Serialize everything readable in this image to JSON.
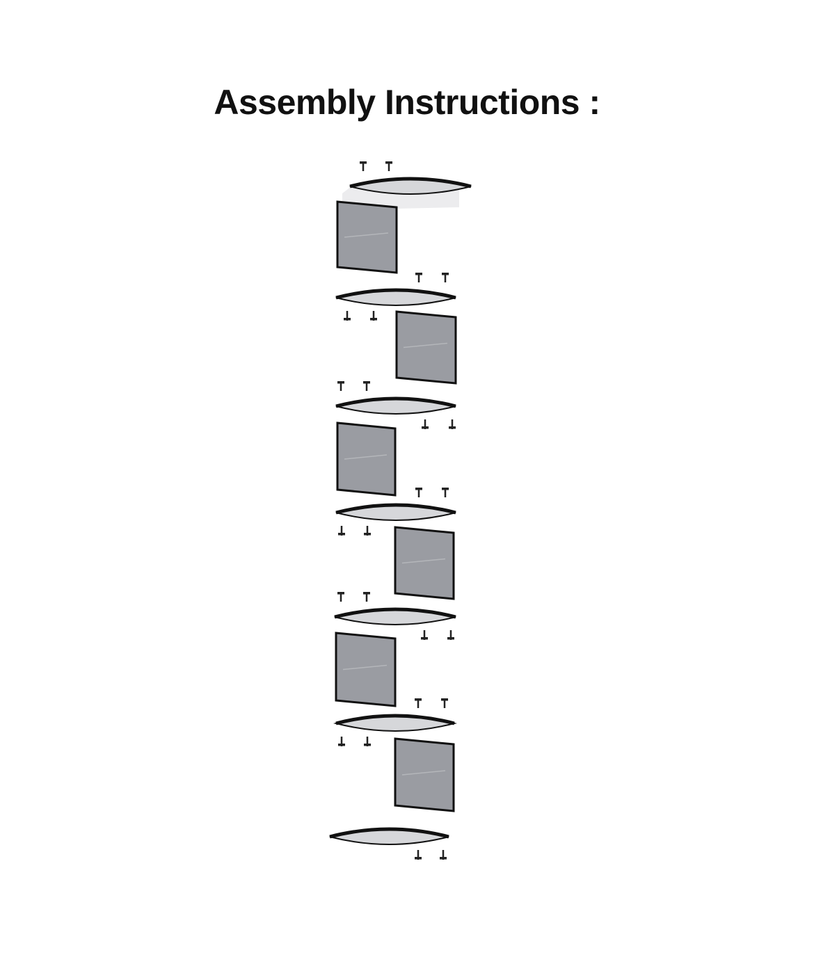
{
  "title": "Assembly Instructions :",
  "diagram": {
    "shelf_count": 7,
    "panel_count": 6,
    "colors": {
      "panel_fill": "#9a9ca2",
      "shelf_fill": "#d6d7da",
      "outline": "#111111"
    }
  }
}
